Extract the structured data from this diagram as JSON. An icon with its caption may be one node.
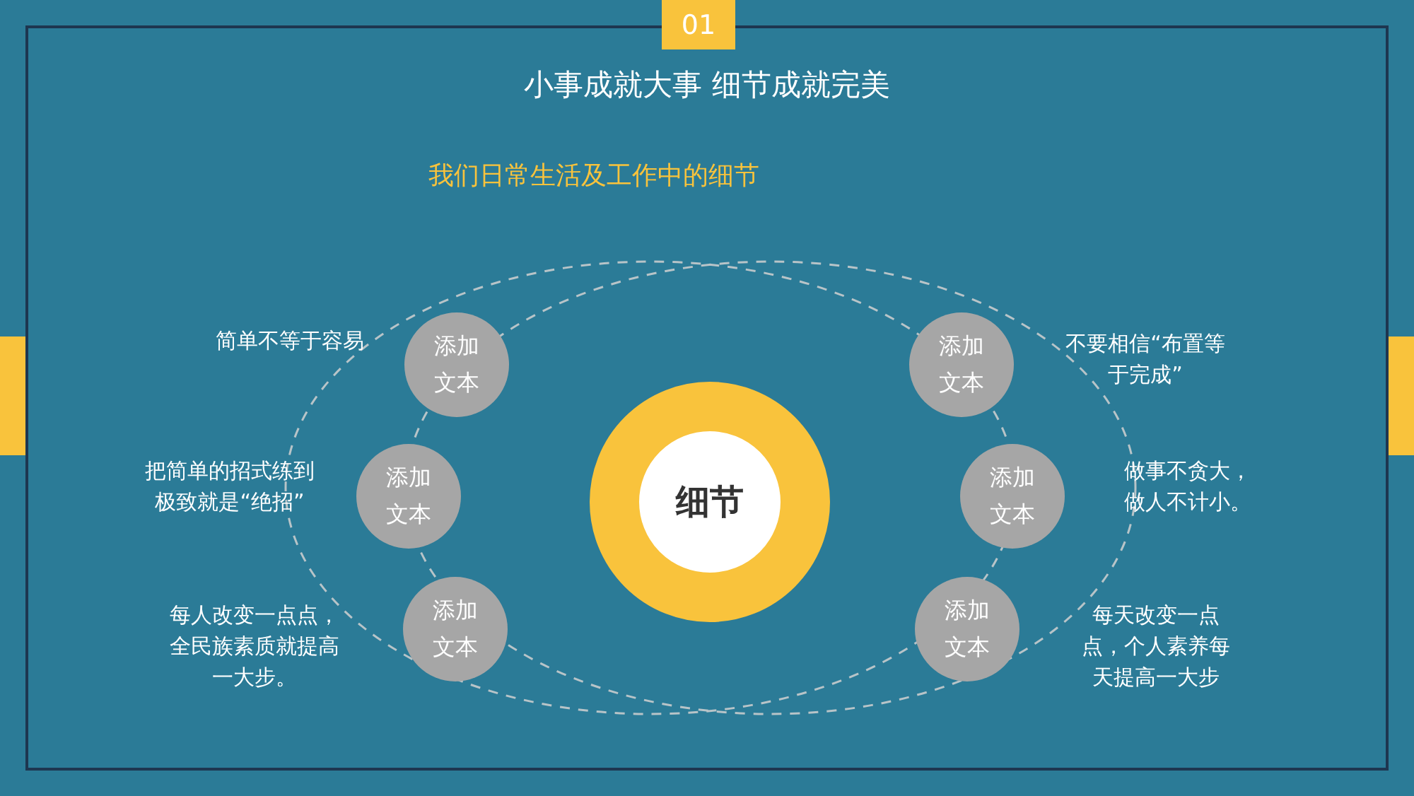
{
  "diagram": {
    "title": "小事成就大事 细节成就完美",
    "nodes": [
      {
        "text": [
          "01"
        ]
      },
      {
        "text": [
          "细节"
        ]
      },
      {
        "text": [
          "添加文本"
        ],
        "beside": [
          "简单不等于容易"
        ]
      },
      {
        "text": [
          "添加文本"
        ],
        "beside": [
          "把简单的招式练到极致就是“绝招”"
        ]
      },
      {
        "text": [
          "添加文本"
        ],
        "beside": [
          "每人改变一点点，全民族素质就提高一大步。"
        ]
      },
      {
        "text": [
          "添加文本"
        ],
        "beside": [
          "不要相信“布置等于完成”"
        ]
      },
      {
        "text": [
          "添加文本"
        ],
        "beside": [
          "做事不贪大，做人不计小。"
        ]
      },
      {
        "text": [
          "添加文本"
        ],
        "beside": [
          "每天改变一点点，个人素养每天提高一大步"
        ]
      },
      {
        "text": [],
        "shape": "bar"
      },
      {
        "text": [],
        "shape": "bar"
      }
    ],
    "edges": [],
    "labels": [
      "我们日常生活及工作中的细节"
    ]
  }
}
